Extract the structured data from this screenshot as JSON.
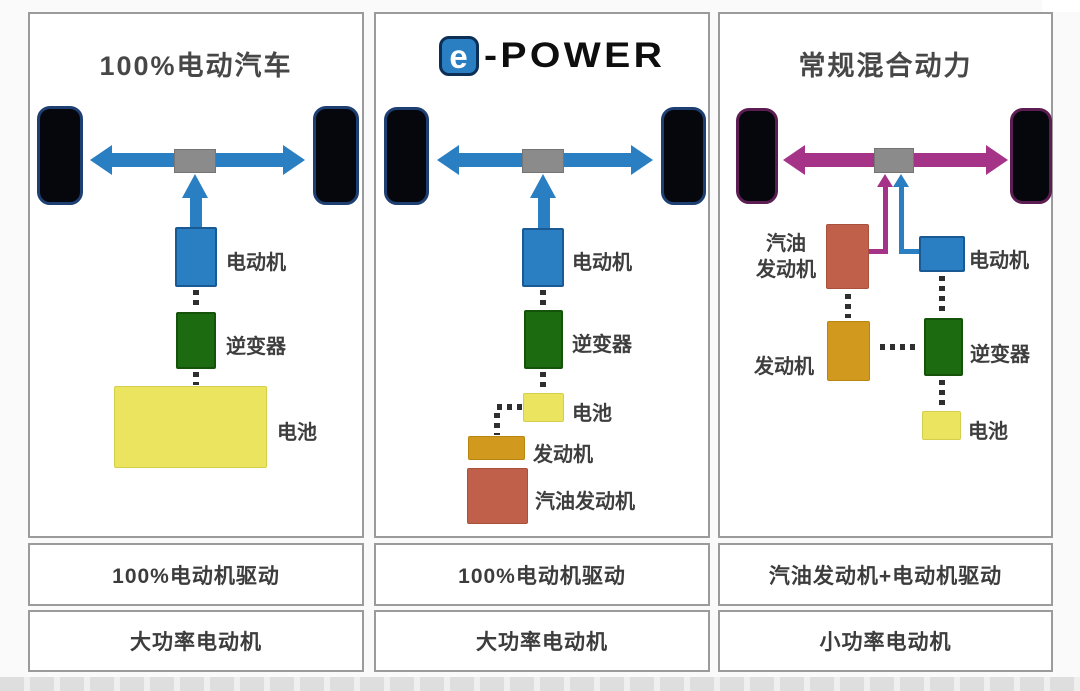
{
  "colors": {
    "motor_blue": "#2a7ec2",
    "inverter_green": "#1d6b10",
    "battery_yellow": "#eae45f",
    "generator_gold": "#d19a1f",
    "engine_salmon": "#c1604a",
    "arrow_blue": "#2a7ec2",
    "arrow_magenta": "#a53387",
    "gearbox_gray": "#8b8b8b"
  },
  "panels": [
    {
      "title": "100%电动汽车",
      "labels": {
        "motor": "电动机",
        "inverter": "逆变器",
        "battery": "电池"
      },
      "rows": {
        "drive": "100%电动机驱动",
        "power": "大功率电动机"
      }
    },
    {
      "logo": {
        "e": "e",
        "text": "-POWER"
      },
      "labels": {
        "motor": "电动机",
        "inverter": "逆变器",
        "battery": "电池",
        "generator": "发动机",
        "engine": "汽油发动机"
      },
      "rows": {
        "drive": "100%电动机驱动",
        "power": "大功率电动机"
      }
    },
    {
      "title": "常规混合动力",
      "labels": {
        "engine_line1": "汽油",
        "engine_line2": "发动机",
        "generator": "发动机",
        "motor": "电动机",
        "inverter": "逆变器",
        "battery": "电池"
      },
      "rows": {
        "drive": "汽油发动机+电动机驱动",
        "power": "小功率电动机"
      }
    }
  ]
}
